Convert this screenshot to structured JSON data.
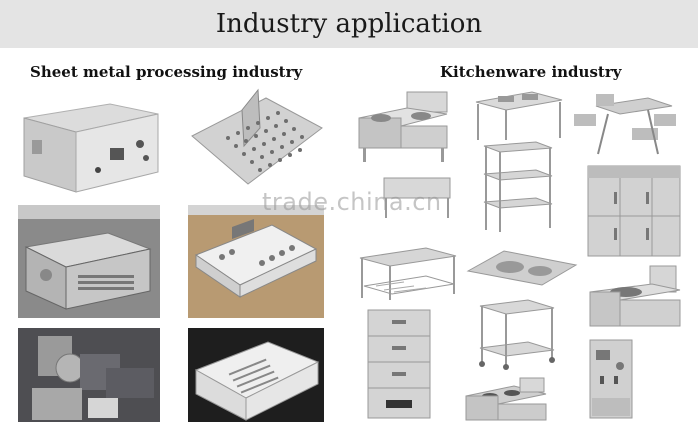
{
  "banner": {
    "title": "Industry application",
    "background": "#e4e4e4"
  },
  "sections": {
    "sheet_metal": {
      "title": "Sheet metal processing industry"
    },
    "kitchenware": {
      "title": "Kitchenware industry"
    }
  },
  "watermark": {
    "text": "trade.china.cn"
  }
}
